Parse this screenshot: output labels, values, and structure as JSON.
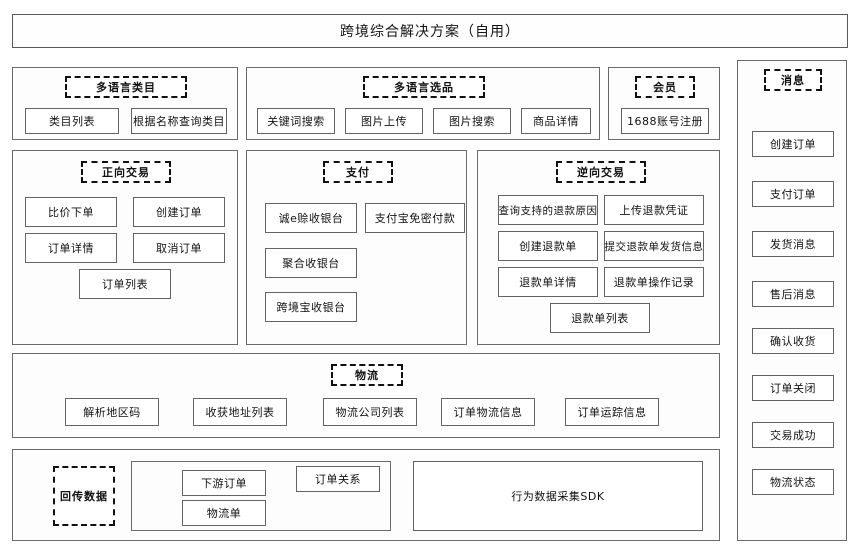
{
  "page": {
    "title": "跨境综合解决方案（自用）"
  },
  "sections": {
    "multilang_category": {
      "label": "多语言类目",
      "items": [
        "类目列表",
        "根据名称查询类目"
      ]
    },
    "multilang_product": {
      "label": "多语言选品",
      "items": [
        "关键词搜索",
        "图片上传",
        "图片搜索",
        "商品详情"
      ]
    },
    "member": {
      "label": "会员",
      "items": [
        "1688账号注册"
      ]
    },
    "message": {
      "label": "消息",
      "items": [
        "创建订单",
        "支付订单",
        "发货消息",
        "售后消息",
        "确认收货",
        "订单关闭",
        "交易成功",
        "物流状态"
      ]
    },
    "forward_trade": {
      "label": "正向交易",
      "items": [
        "比价下单",
        "创建订单",
        "订单详情",
        "取消订单",
        "订单列表"
      ]
    },
    "payment": {
      "label": "支付",
      "items": [
        "诚e赊收银台",
        "支付宝免密付款",
        "聚合收银台",
        "跨境宝收银台"
      ]
    },
    "reverse_trade": {
      "label": "逆向交易",
      "items": [
        "查询支持的退款原因",
        "上传退款凭证",
        "创建退款单",
        "提交退款单发货信息",
        "退款单详情",
        "退款单操作记录",
        "退款单列表"
      ]
    },
    "logistics": {
      "label": "物流",
      "items": [
        "解析地区码",
        "收获地址列表",
        "物流公司列表",
        "订单物流信息",
        "订单运踪信息"
      ]
    },
    "callback_data": {
      "label": "回传数据",
      "group_items": [
        "下游订单",
        "订单关系",
        "物流单"
      ],
      "sdk": "行为数据采集SDK"
    }
  },
  "colors": {
    "border": "#5a5a5a",
    "box_border": "#636363",
    "label_border": "#111111",
    "background": "#ffffff",
    "text": "#121212"
  }
}
